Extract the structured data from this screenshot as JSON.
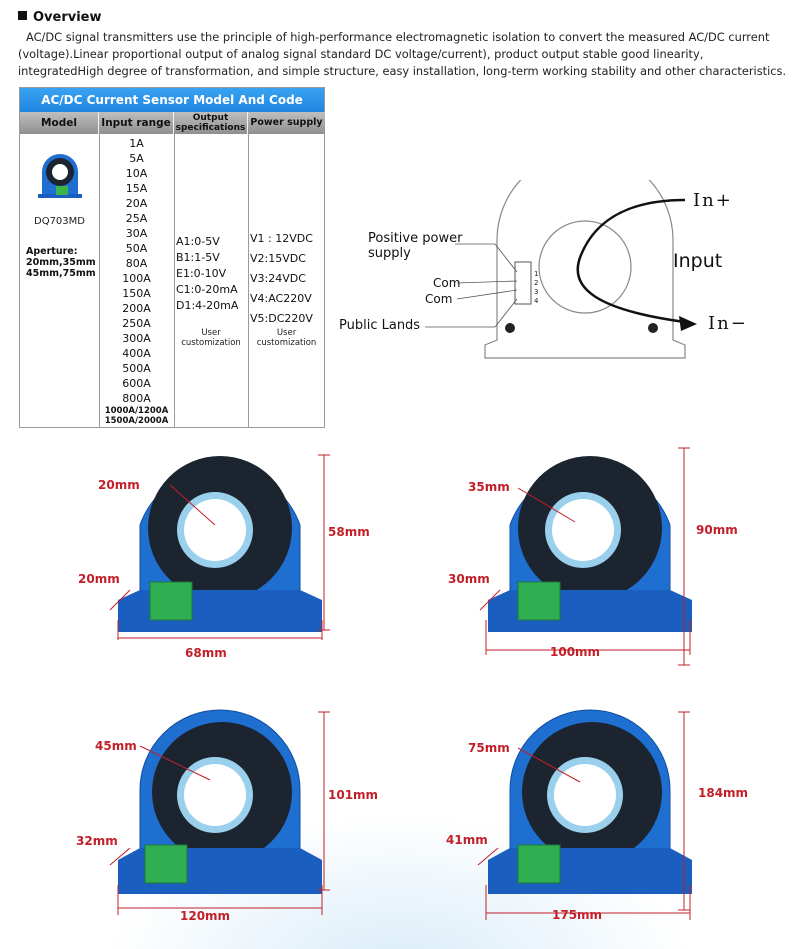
{
  "overview": {
    "title": "Overview",
    "text": "AC/DC signal transmitters use the principle of high-performance electromagnetic isolation to convert the measured AC/DC current (voltage).Linear proportional output of analog signal standard DC voltage/current), product output stable good linearity, integratedHigh degree of transformation, and simple structure, easy installation, long-term working stability and other characteristics."
  },
  "table": {
    "title": "AC/DC  Current Sensor Model And Code",
    "headers": [
      "Model",
      "Input range",
      "Output specifications",
      "Power supply"
    ],
    "model_name": "DQ703MD",
    "aperture_line1": "Aperture:",
    "aperture_line2": "20mm,35mm",
    "aperture_line3": "45mm,75mm",
    "input_ranges": [
      "1A",
      "5A",
      "10A",
      "15A",
      "20A",
      "25A",
      "30A",
      "50A",
      "80A",
      "100A",
      "150A",
      "200A",
      "250A",
      "300A",
      "400A",
      "500A",
      "600A",
      "800A"
    ],
    "input_ranges_small": [
      "1000A/1200A",
      "1500A/2000A"
    ],
    "outputs": [
      "A1:0-5V",
      "B1:1-5V",
      "E1:0-10V",
      "C1:0-20mA",
      "D1:4-20mA"
    ],
    "outputs_custom_1": "User",
    "outputs_custom_2": "customization",
    "power": [
      "V1 : 12VDC",
      "V2:15VDC",
      "V3:24VDC",
      "V4:AC220V",
      "V5:DC220V"
    ],
    "power_custom_1": "User",
    "power_custom_2": "customization"
  },
  "wiring": {
    "positive_1": "Positive power",
    "positive_2": "supply",
    "com1": "Com",
    "com2": "Com",
    "public": "Public Lands",
    "input": "Input",
    "in_plus": "In+",
    "in_minus": "In−",
    "pins": [
      "1",
      "2",
      "3",
      "4"
    ]
  },
  "photos": [
    {
      "aperture": "20mm",
      "depth": "20mm",
      "height": "58mm",
      "width": "68mm"
    },
    {
      "aperture": "35mm",
      "depth": "30mm",
      "height": "90mm",
      "width": "100mm"
    },
    {
      "aperture": "45mm",
      "depth": "32mm",
      "height": "101mm",
      "width": "120mm"
    },
    {
      "aperture": "75mm",
      "depth": "41mm",
      "height": "184mm",
      "width": "175mm"
    }
  ],
  "colors": {
    "accent": "#1f86e0",
    "dimension_red": "#c21f28",
    "sensor_blue": "#1f6fd0"
  }
}
